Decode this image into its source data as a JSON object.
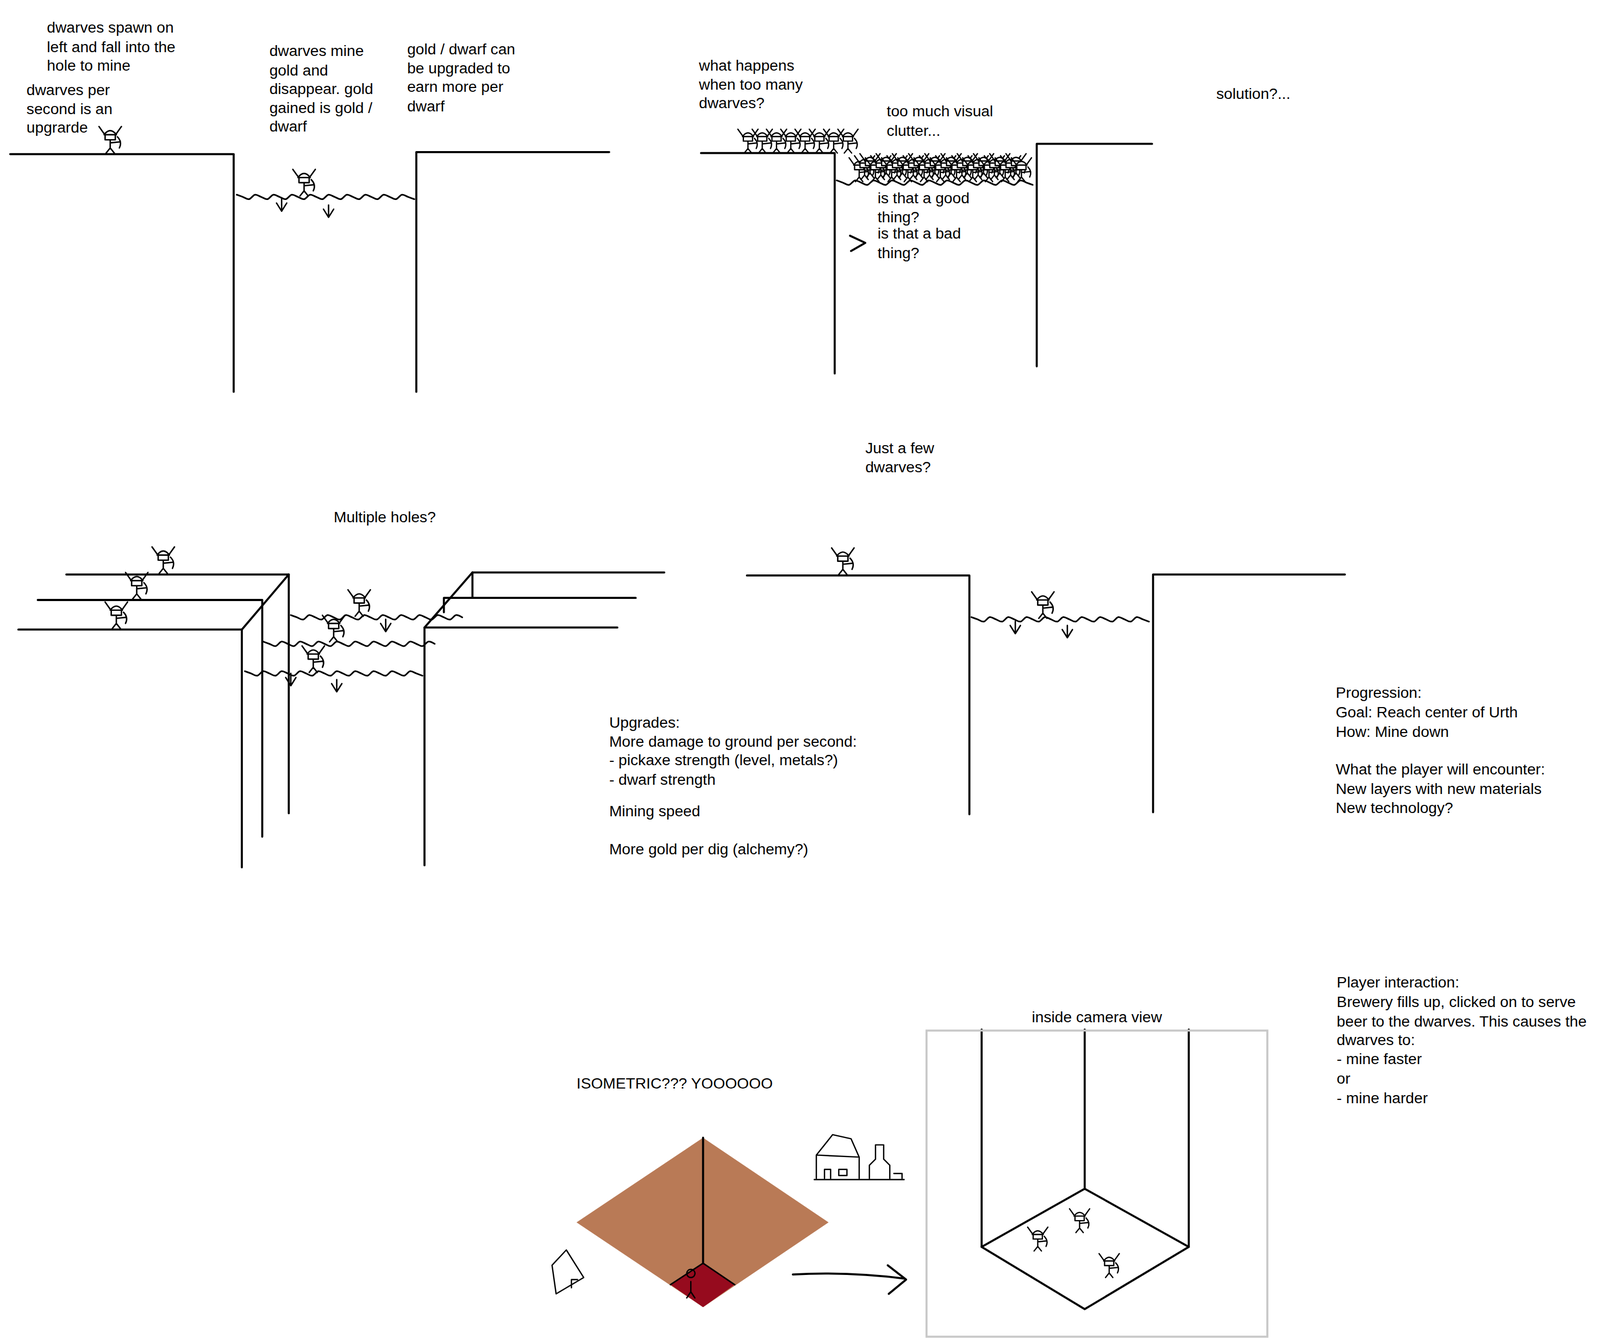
{
  "diagram": {
    "nodes": [
      {
        "text": [
          "inside camera view"
        ]
      }
    ],
    "labels": [
      "dwarves spawn on left and fall into the hole to mine",
      "dwarves per second is an upgrarde",
      "dwarves mine gold and disappear. gold gained is gold / dwarf",
      "gold / dwarf can be upgraded to earn more per dwarf",
      "what happens when too many dwarves?",
      "too much visual clutter...",
      "solution?...",
      "is that a good thing?",
      "is that a bad thing?",
      "Just a few dwarves?",
      "Multiple holes?",
      "Upgrades:",
      "More damage to ground per second:",
      "- pickaxe strength (level, metals?)",
      "- dwarf strength",
      "Mining speed",
      "More gold per dig (alchemy?)",
      "Progression:",
      "Goal: Reach center of Urth",
      "How: Mine down",
      "What the player will encounter:",
      "New layers with new materials",
      "New technology?",
      "ISOMETRIC??? YOOOOOO",
      "Player interaction:",
      "Brewery fills up, clicked on to serve beer to the dwarves. This causes the dwarves to:",
      "- mine faster",
      "or",
      "- mine harder"
    ]
  }
}
